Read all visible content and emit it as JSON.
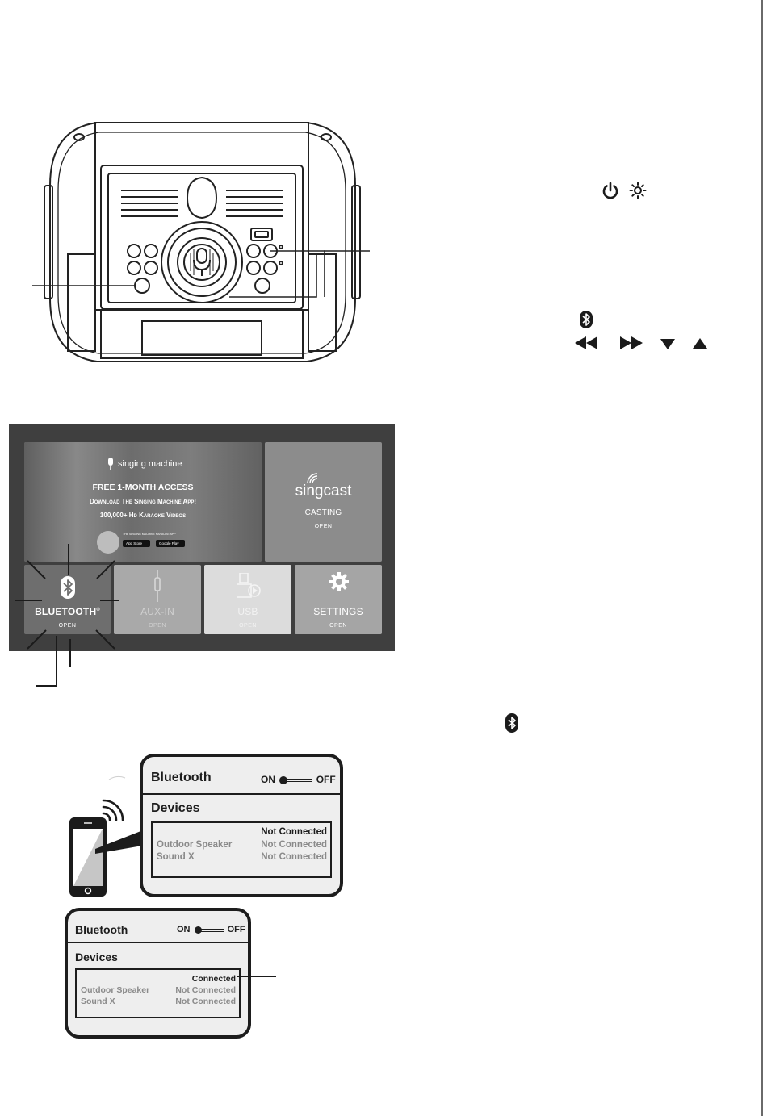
{
  "icons": {
    "power": "power-icon",
    "light": "light-icon",
    "bluetooth": "bluetooth-icon",
    "rewind": "rewind-icon",
    "fast_forward": "fast-forward-icon",
    "down": "down-triangle-icon",
    "up": "up-triangle-icon"
  },
  "tv_menu": {
    "promo": {
      "brand": "singing machine",
      "headline": "FREE 1-MONTH ACCESS",
      "line1": "Download The Singing Machine App!",
      "line2": "100,000+ Hd Karaoke Videos",
      "fine_print": "THE SINGING MACHINE KARAOKE APP",
      "store1": "App Store",
      "store2": "Google Play"
    },
    "singcast": {
      "logo": "singcast",
      "label": "CASTING",
      "sub": "OPEN"
    },
    "tiles": [
      {
        "label": "BLUETOOTH",
        "mark": "®",
        "sub": "OPEN",
        "state": "selected"
      },
      {
        "label": "AUX-IN",
        "sub": "OPEN",
        "state": "dimmed"
      },
      {
        "label": "USB",
        "sub": "OPEN",
        "state": "faded"
      },
      {
        "label": "SETTINGS",
        "sub": "OPEN",
        "state": "normal"
      }
    ]
  },
  "phone_screen_1": {
    "title": "Bluetooth",
    "on": "ON",
    "off": "OFF",
    "devices": "Devices",
    "rows": [
      {
        "name": "",
        "status": "Not Connected"
      },
      {
        "name": "Outdoor Speaker",
        "status": "Not Connected"
      },
      {
        "name": "Sound X",
        "status": "Not Connected"
      }
    ]
  },
  "phone_screen_2": {
    "title": "Bluetooth",
    "on": "ON",
    "off": "OFF",
    "devices": "Devices",
    "rows": [
      {
        "name": "",
        "status": "Connected"
      },
      {
        "name": "Outdoor Speaker",
        "status": "Not Connected"
      },
      {
        "name": "Sound X",
        "status": "Not Connected"
      }
    ]
  },
  "colors": {
    "tv_background": "#3f3f3f",
    "tile": "#8c8c8c",
    "panel_border": "#1d1d1d",
    "panel_fill": "#eeeeee",
    "muted_text": "#8a8a8a"
  }
}
